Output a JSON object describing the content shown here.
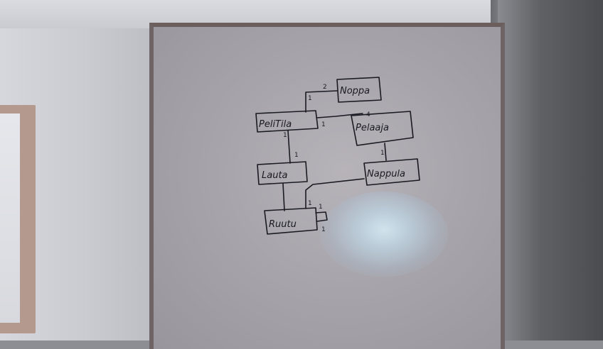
{
  "scene": {
    "description_colors": {
      "marker": "#1a1a22",
      "board": "#a7a5ab",
      "wall": "#d2d3d8"
    }
  },
  "diagram": {
    "classes": {
      "noppa": "Noppa",
      "pelitila": "PeliTila",
      "pelaaja": "Pelaaja",
      "lauta": "Lauta",
      "nappula": "Nappula",
      "ruutu": "Ruutu"
    },
    "multiplicities": {
      "noppa_pelitila_noppa_end": "2",
      "noppa_pelitila_pelitila_end": "1",
      "pelitila_pelaaja_pelitila_end": "1",
      "pelitila_pelaaja_pelaaja_end": "4",
      "pelitila_lauta_pelitila_end": "1",
      "pelitila_lauta_lauta_end": "1",
      "pelaaja_nappula_end": "1",
      "nappula_ruutu_end": "1",
      "ruutu_self_1": "1",
      "ruutu_self_2": "1"
    }
  }
}
